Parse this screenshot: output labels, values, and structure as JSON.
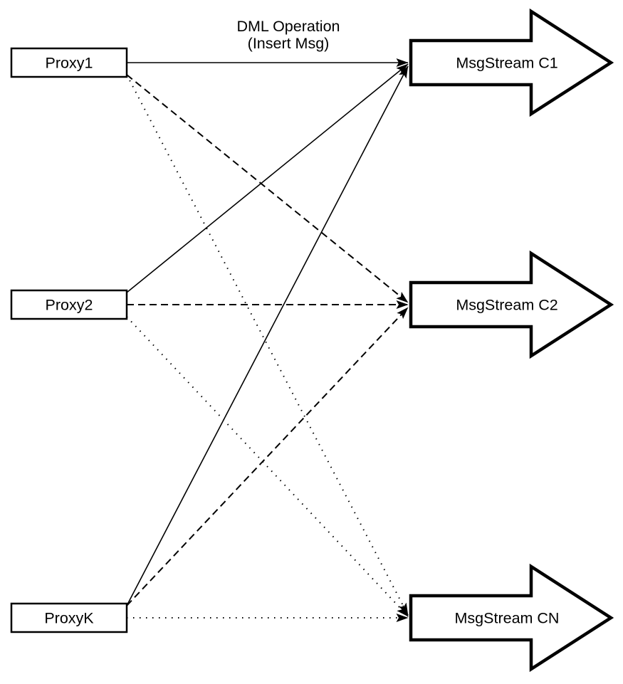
{
  "diagram": {
    "title": {
      "line1": "DML Operation",
      "line2": "(Insert Msg)"
    },
    "proxies": [
      {
        "label": "Proxy1"
      },
      {
        "label": "Proxy2"
      },
      {
        "label": "ProxyK"
      }
    ],
    "streams": [
      {
        "label": "MsgStream C1"
      },
      {
        "label": "MsgStream C2"
      },
      {
        "label": "MsgStream CN"
      }
    ],
    "edges": [
      {
        "from": "Proxy1",
        "to": "MsgStream C1",
        "style": "solid"
      },
      {
        "from": "Proxy2",
        "to": "MsgStream C1",
        "style": "solid"
      },
      {
        "from": "ProxyK",
        "to": "MsgStream C1",
        "style": "solid"
      },
      {
        "from": "Proxy1",
        "to": "MsgStream C2",
        "style": "dashed"
      },
      {
        "from": "Proxy2",
        "to": "MsgStream C2",
        "style": "dashed"
      },
      {
        "from": "ProxyK",
        "to": "MsgStream C2",
        "style": "dashed"
      },
      {
        "from": "Proxy1",
        "to": "MsgStream CN",
        "style": "dotted"
      },
      {
        "from": "Proxy2",
        "to": "MsgStream CN",
        "style": "dotted"
      },
      {
        "from": "ProxyK",
        "to": "MsgStream CN",
        "style": "dotted"
      }
    ],
    "colors": {
      "stroke": "#000000",
      "background": "#ffffff",
      "shape_fill": "#ffffff"
    }
  }
}
